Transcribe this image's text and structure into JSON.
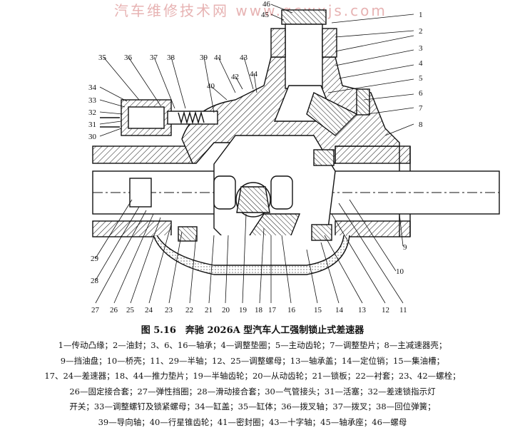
{
  "watermark": "汽车维修技术网 www.qcwxjs.com",
  "caption": {
    "title": "图 5.16　奔驰 2026A 型汽车人工强制锁止式差速器",
    "lines": [
      "1—传动凸缘；2—油封；3、6、16—轴承；4—调整垫圈；5—主动齿轮；7—调整垫片；8—主减速器壳；",
      "9—挡油盘；10—桥壳；11、29—半轴；12、25—调整螺母；13—轴承盖；14—定位销；15—集油槽；",
      "17、24—差速器；18、44—推力垫片；19—半轴齿轮；20—从动齿轮；21—锁板；22—衬套；23、42—螺栓；",
      "26—固定接合套；27—弹性挡圈；28—滑动接合套；30—气管接头；31—活塞；32—差速锁指示灯",
      "开关；33—调整螺钉及锁紧螺母；34—缸盖；35—缸体；36—拨叉轴；37—拨叉；38—回位弹簧；",
      "39—导向轴；40—行星锥齿轮；41—密封圈；43—十字轴；45—轴承座；46—螺母"
    ]
  },
  "callouts": {
    "n1": "1",
    "n2": "2",
    "n3": "3",
    "n4": "4",
    "n5": "5",
    "n6": "6",
    "n7": "7",
    "n8": "8",
    "n9": "9",
    "n10": "10",
    "n11": "11",
    "n12": "12",
    "n13": "13",
    "n14": "14",
    "n15": "15",
    "n16": "16",
    "n17": "17",
    "n18": "18",
    "n19": "19",
    "n20": "20",
    "n21": "21",
    "n22": "22",
    "n23": "23",
    "n24": "24",
    "n25": "25",
    "n26": "26",
    "n27": "27",
    "n28": "28",
    "n29": "29",
    "n30": "30",
    "n31": "31",
    "n32": "32",
    "n33": "33",
    "n34": "34",
    "n35": "35",
    "n36": "36",
    "n37": "37",
    "n38": "38",
    "n39": "39",
    "n40": "40",
    "n41": "41",
    "n42": "42",
    "n43": "43",
    "n44": "44",
    "n45": "45",
    "n46": "46"
  }
}
